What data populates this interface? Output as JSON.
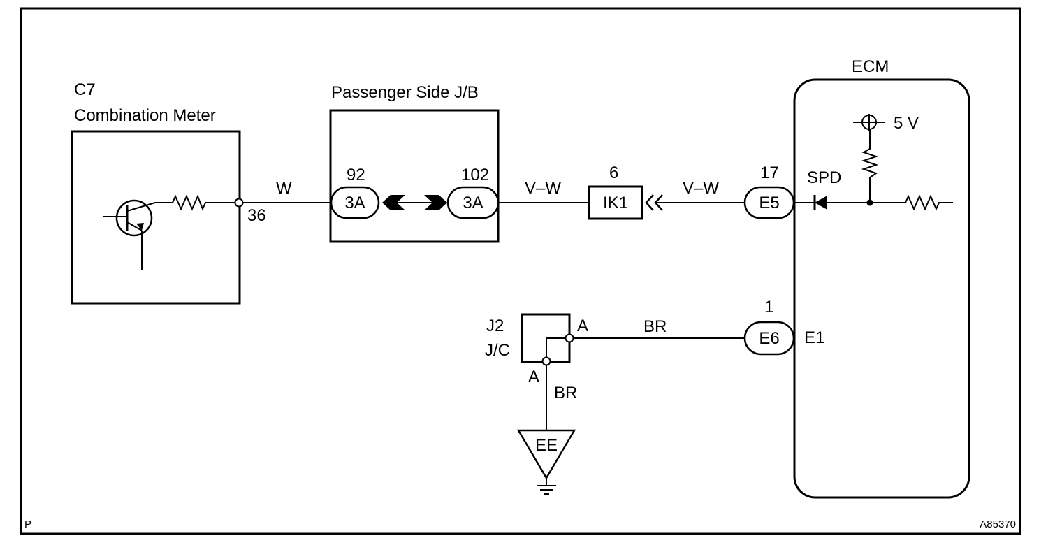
{
  "components": {
    "meter_id": "C7",
    "meter_name": "Combination Meter",
    "jb_name": "Passenger Side J/B",
    "ecm_name": "ECM",
    "jc_id": "J2",
    "jc_name": "J/C",
    "ground_name": "EE"
  },
  "pins": {
    "meter_pin": "36",
    "jb_in_pin": "92",
    "jb_out_pin": "102",
    "ik1_pin": "6",
    "e5_pin": "17",
    "e6_pin": "1",
    "jc_right_pin": "A",
    "jc_bottom_pin": "A"
  },
  "connectors": {
    "jb_in": "3A",
    "jb_out": "3A",
    "inline": "IK1",
    "ecm_spd": "E5",
    "ecm_e1": "E6"
  },
  "wires": {
    "meter_to_jb": "W",
    "jb_to_ik1": "V–W",
    "ik1_to_ecm": "V–W",
    "jc_to_ecm": "BR",
    "jc_to_ground": "BR"
  },
  "ecm_terminals": {
    "spd": "SPD",
    "e1": "E1",
    "supply": "5 V"
  },
  "footer": {
    "left_mark": "P",
    "figure_code": "A85370"
  }
}
